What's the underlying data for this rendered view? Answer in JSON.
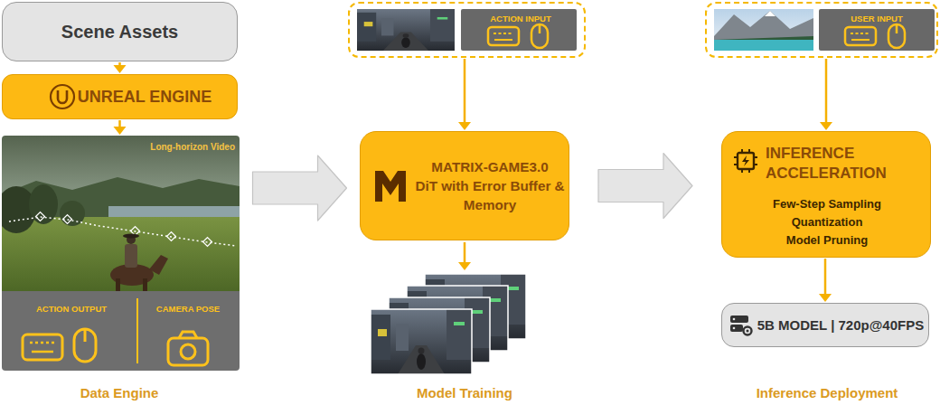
{
  "diagram": {
    "nodes": [
      {
        "text": [
          "Scene Assets"
        ]
      },
      {
        "text": [
          "UNREAL ENGINE"
        ]
      },
      {
        "text": [
          "Long-horizon Video",
          "ACTION OUTPUT",
          "CAMERA POSE"
        ]
      },
      {
        "text": [
          "ACTION INPUT"
        ]
      },
      {
        "text": [
          "MATRIX-GAME3.0",
          "DiT with Error Buffer & Memory"
        ]
      },
      {
        "text": [
          "USER INPUT"
        ]
      },
      {
        "text": [
          "INFERENCE ACCELERATION",
          "Few-Step Sampling",
          "Quantization",
          "Model Pruning"
        ]
      },
      {
        "text": [
          "5B MODEL | 720p@40FPS"
        ]
      }
    ],
    "edges": [
      {
        "from": 0,
        "to": 1,
        "arrow": "to"
      },
      {
        "from": 1,
        "to": 2,
        "arrow": "to"
      },
      {
        "from": 2,
        "to": 4,
        "arrow": "to"
      },
      {
        "from": 3,
        "to": 4,
        "arrow": "to"
      },
      {
        "from": 4,
        "to": 6,
        "arrow": "to"
      },
      {
        "from": 5,
        "to": 6,
        "arrow": "to"
      },
      {
        "from": 6,
        "to": 7,
        "arrow": "to"
      }
    ],
    "labels": [
      "Data Engine",
      "Model Training",
      "Inference Deployment"
    ]
  }
}
